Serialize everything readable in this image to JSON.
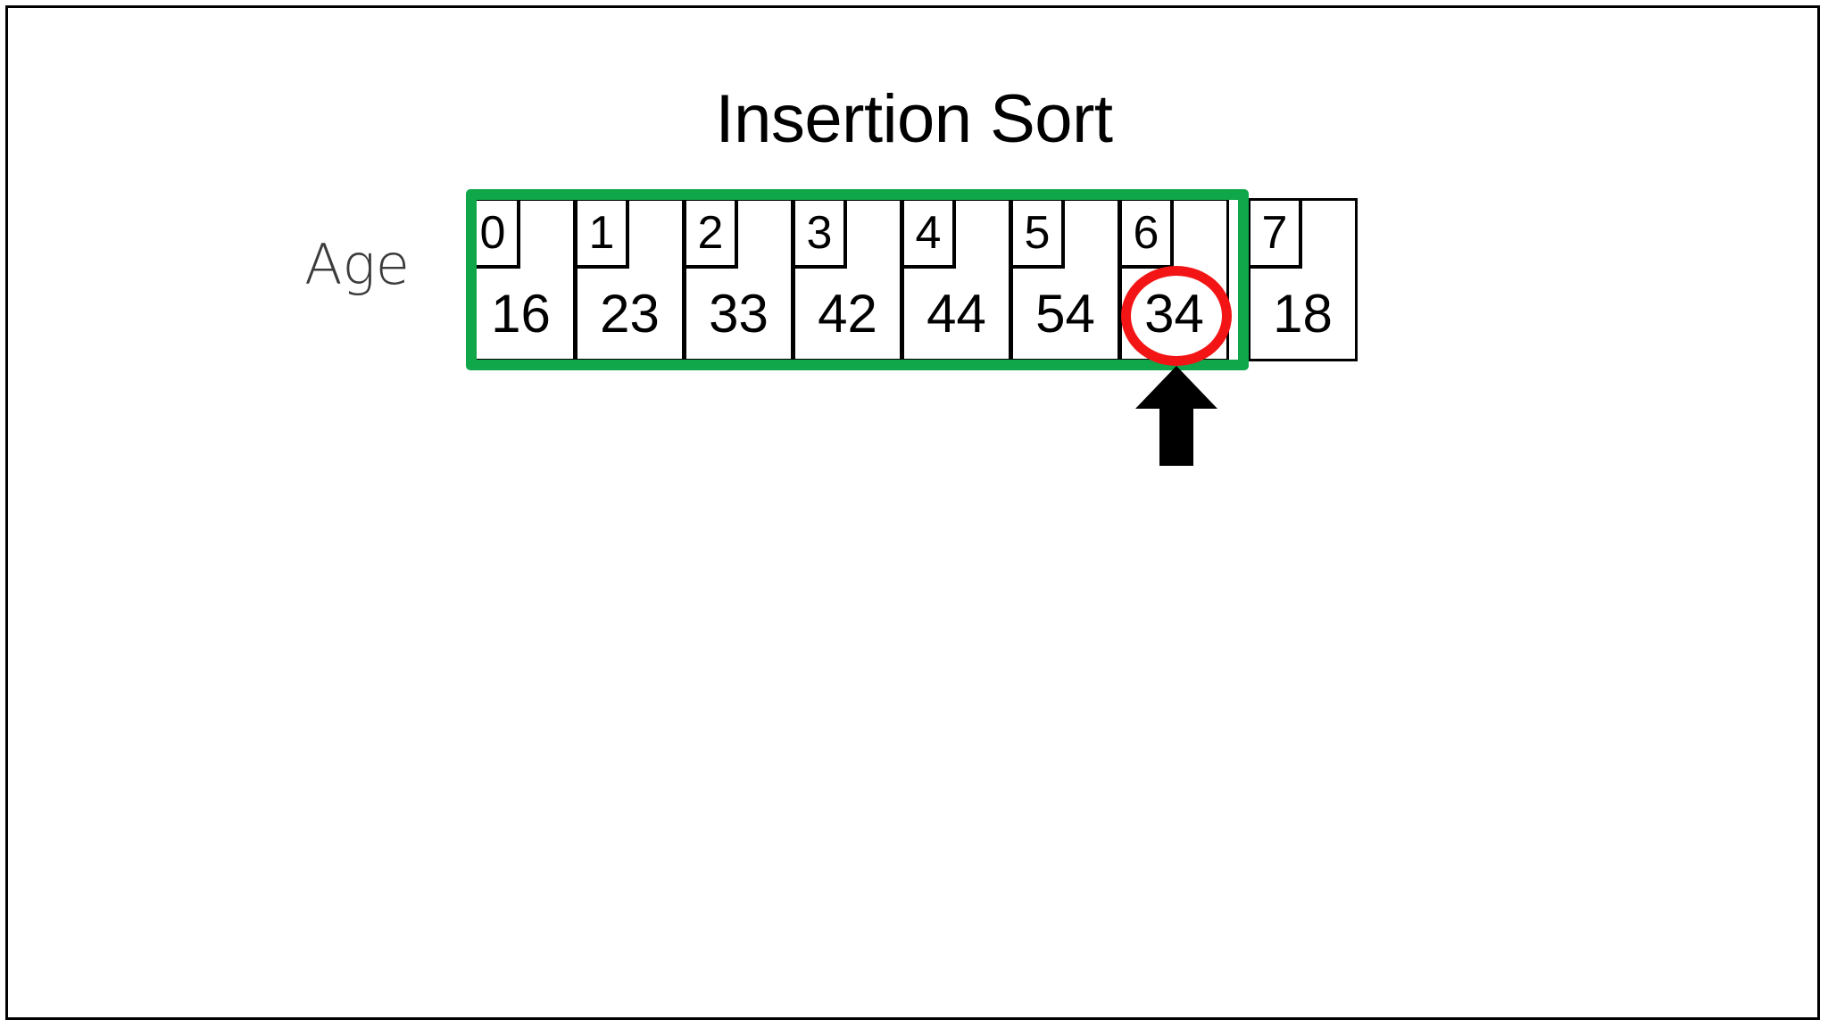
{
  "slide": {
    "title": "Insertion Sort",
    "background_color": "#ffffff",
    "frame_color": "#000000"
  },
  "row_label": "Age",
  "array": {
    "label": "Age",
    "indices": [
      "0",
      "1",
      "2",
      "3",
      "4",
      "5",
      "6",
      "7"
    ],
    "values": [
      "16",
      "23",
      "33",
      "42",
      "44",
      "54",
      "34",
      "18"
    ],
    "cell_count": 8,
    "cell_border_color": "#000000"
  },
  "annotations": {
    "sorted_region": {
      "name": "sorted-region",
      "color": "#10A64A",
      "covers_indices": [
        "0",
        "1",
        "2",
        "3",
        "4",
        "5",
        "6"
      ],
      "first_index": "0",
      "last_index": "6"
    },
    "key_highlight": {
      "name": "key-highlight",
      "color": "#F31515",
      "shape": "ellipse",
      "target_index": "6",
      "target_value": "34"
    },
    "pointer_arrow": {
      "name": "pointer-arrow",
      "color": "#000000",
      "direction": "up",
      "points_at_index": "6",
      "points_at_value": "34"
    }
  }
}
